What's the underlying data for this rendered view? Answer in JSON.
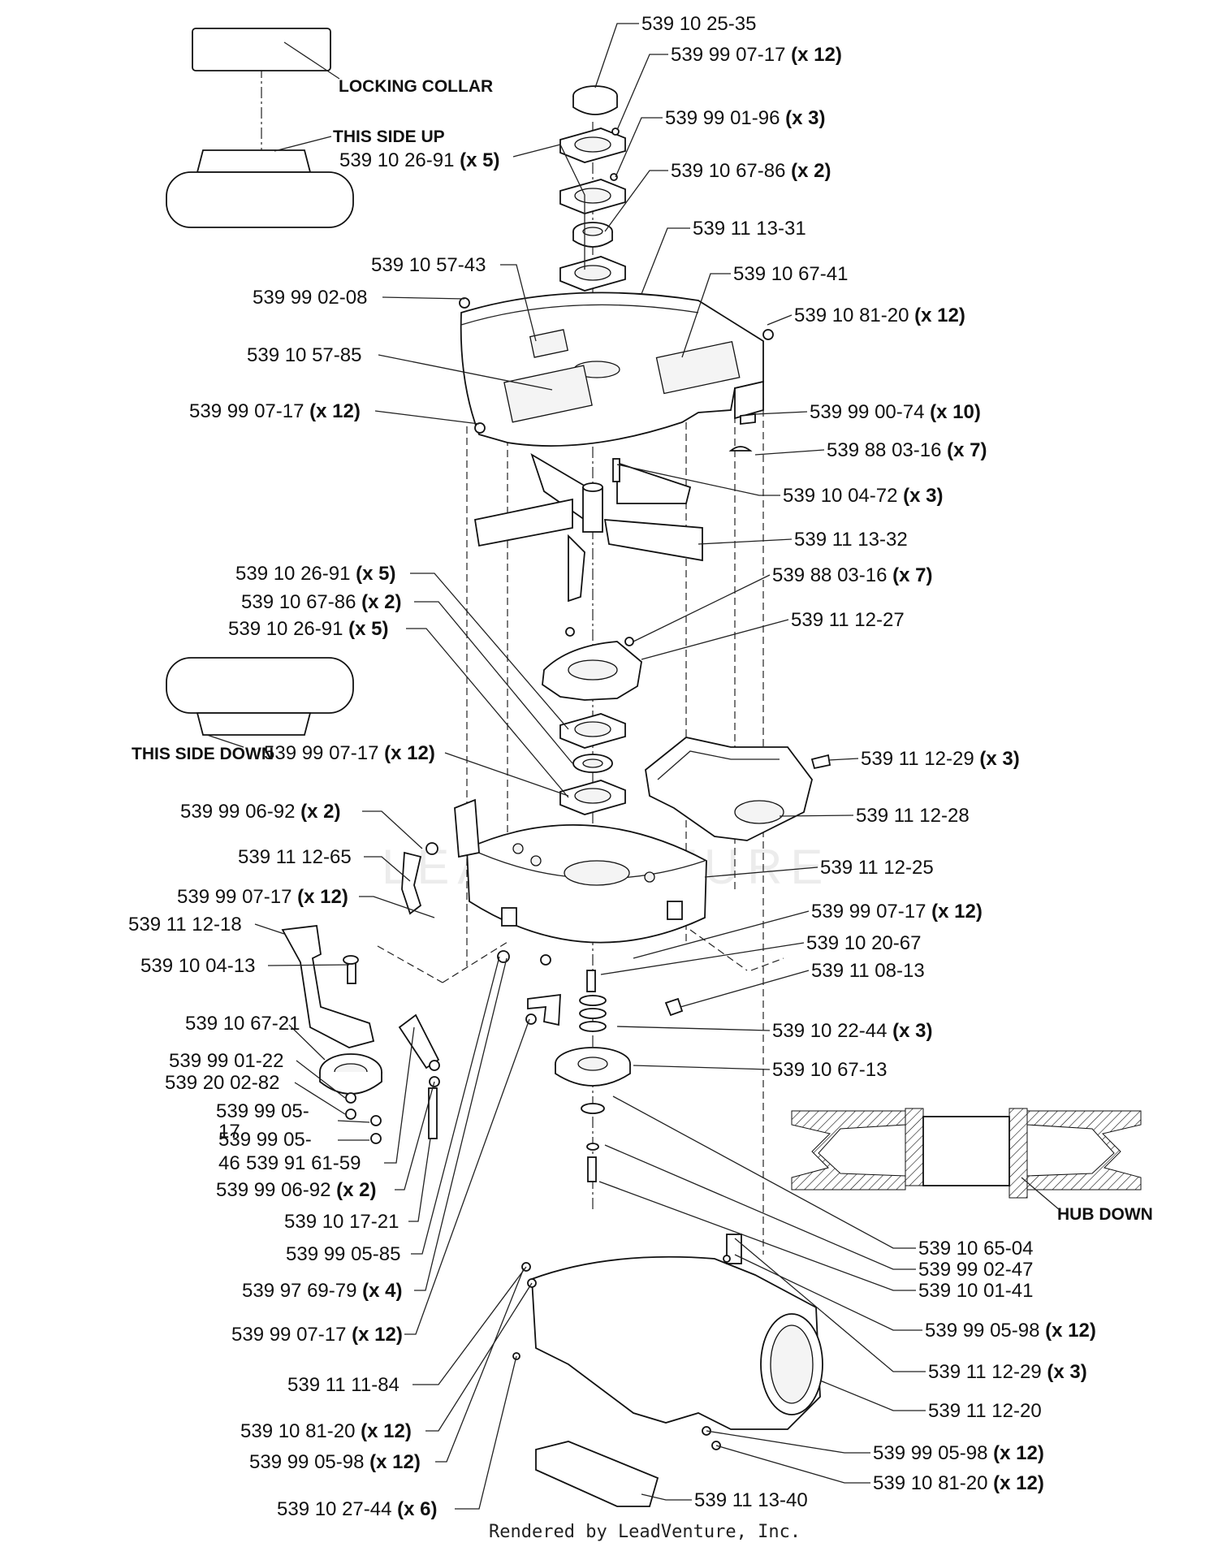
{
  "notes": {
    "locking_collar": "LOCKING COLLAR",
    "this_side_up": "THIS SIDE UP",
    "this_side_down": "THIS SIDE DOWN",
    "hub_down": "HUB DOWN"
  },
  "footer": "Rendered by LeadVenture, Inc.",
  "watermark": "LEADVENTURE",
  "callouts": [
    {
      "part": "539 10 25-35",
      "qty": ""
    },
    {
      "part": "539 99 07-17",
      "qty": "(x 12)"
    },
    {
      "part": "539 99 01-96",
      "qty": "(x 3)"
    },
    {
      "part": "539 10 26-91",
      "qty": "(x 5)"
    },
    {
      "part": "539 10 67-86",
      "qty": "(x 2)"
    },
    {
      "part": "539 11 13-31",
      "qty": ""
    },
    {
      "part": "539 10 57-43",
      "qty": ""
    },
    {
      "part": "539 10 67-41",
      "qty": ""
    },
    {
      "part": "539 99 02-08",
      "qty": ""
    },
    {
      "part": "539 10 81-20",
      "qty": "(x 12)"
    },
    {
      "part": "539 10 57-85",
      "qty": ""
    },
    {
      "part": "539 99 07-17",
      "qty": "(x 12)"
    },
    {
      "part": "539 99 00-74",
      "qty": "(x 10)"
    },
    {
      "part": "539 88 03-16",
      "qty": "(x 7)"
    },
    {
      "part": "539 10 04-72",
      "qty": "(x 3)"
    },
    {
      "part": "539 11 13-32",
      "qty": ""
    },
    {
      "part": "539 10 26-91",
      "qty": "(x 5)"
    },
    {
      "part": "539 88 03-16",
      "qty": "(x 7)"
    },
    {
      "part": "539 10 67-86",
      "qty": "(x 2)"
    },
    {
      "part": "539 11 12-27",
      "qty": ""
    },
    {
      "part": "539 10 26-91",
      "qty": "(x 5)"
    },
    {
      "part": "539 11 12-29",
      "qty": "(x 3)"
    },
    {
      "part": "539 99 07-17",
      "qty": "(x 12)"
    },
    {
      "part": "539 11 12-28",
      "qty": ""
    },
    {
      "part": "539 99 06-92",
      "qty": "(x 2)"
    },
    {
      "part": "539 11 12-65",
      "qty": ""
    },
    {
      "part": "539 11 12-25",
      "qty": ""
    },
    {
      "part": "539 99 07-17",
      "qty": "(x 12)"
    },
    {
      "part": "539 99 07-17",
      "qty": "(x 12)"
    },
    {
      "part": "539 11 12-18",
      "qty": ""
    },
    {
      "part": "539 10 20-67",
      "qty": ""
    },
    {
      "part": "539 10 04-13",
      "qty": ""
    },
    {
      "part": "539 11 08-13",
      "qty": ""
    },
    {
      "part": "539 10 67-21",
      "qty": ""
    },
    {
      "part": "539 10 22-44",
      "qty": "(x 3)"
    },
    {
      "part": "539 99 01-22",
      "qty": ""
    },
    {
      "part": "539 10 67-13",
      "qty": ""
    },
    {
      "part": "539 20 02-82",
      "qty": ""
    },
    {
      "part": "539 99 05-",
      "qty": ""
    },
    {
      "part": "17",
      "qty": ""
    },
    {
      "part": "539 99 05-",
      "qty": ""
    },
    {
      "part": "46",
      "qty": ""
    },
    {
      "part": "539 91 61-59",
      "qty": ""
    },
    {
      "part": "539 99 06-92",
      "qty": "(x 2)"
    },
    {
      "part": "539 10 17-21",
      "qty": ""
    },
    {
      "part": "539 99 05-85",
      "qty": ""
    },
    {
      "part": "539 10 65-04",
      "qty": ""
    },
    {
      "part": "539 99 02-47",
      "qty": ""
    },
    {
      "part": "539 97 69-79",
      "qty": "(x 4)"
    },
    {
      "part": "539 10 01-41",
      "qty": ""
    },
    {
      "part": "539 99 05-98",
      "qty": "(x 12)"
    },
    {
      "part": "539 99 07-17",
      "qty": "(x 12)"
    },
    {
      "part": "539 11 12-29",
      "qty": "(x 3)"
    },
    {
      "part": "539 11 11-84",
      "qty": ""
    },
    {
      "part": "539 11 12-20",
      "qty": ""
    },
    {
      "part": "539 10 81-20",
      "qty": "(x 12)"
    },
    {
      "part": "539 99 05-98",
      "qty": "(x 12)"
    },
    {
      "part": "539 99 05-98",
      "qty": "(x 12)"
    },
    {
      "part": "539 10 81-20",
      "qty": "(x 12)"
    },
    {
      "part": "539 10 27-44",
      "qty": "(x 6)"
    },
    {
      "part": "539 11 13-40",
      "qty": ""
    }
  ]
}
